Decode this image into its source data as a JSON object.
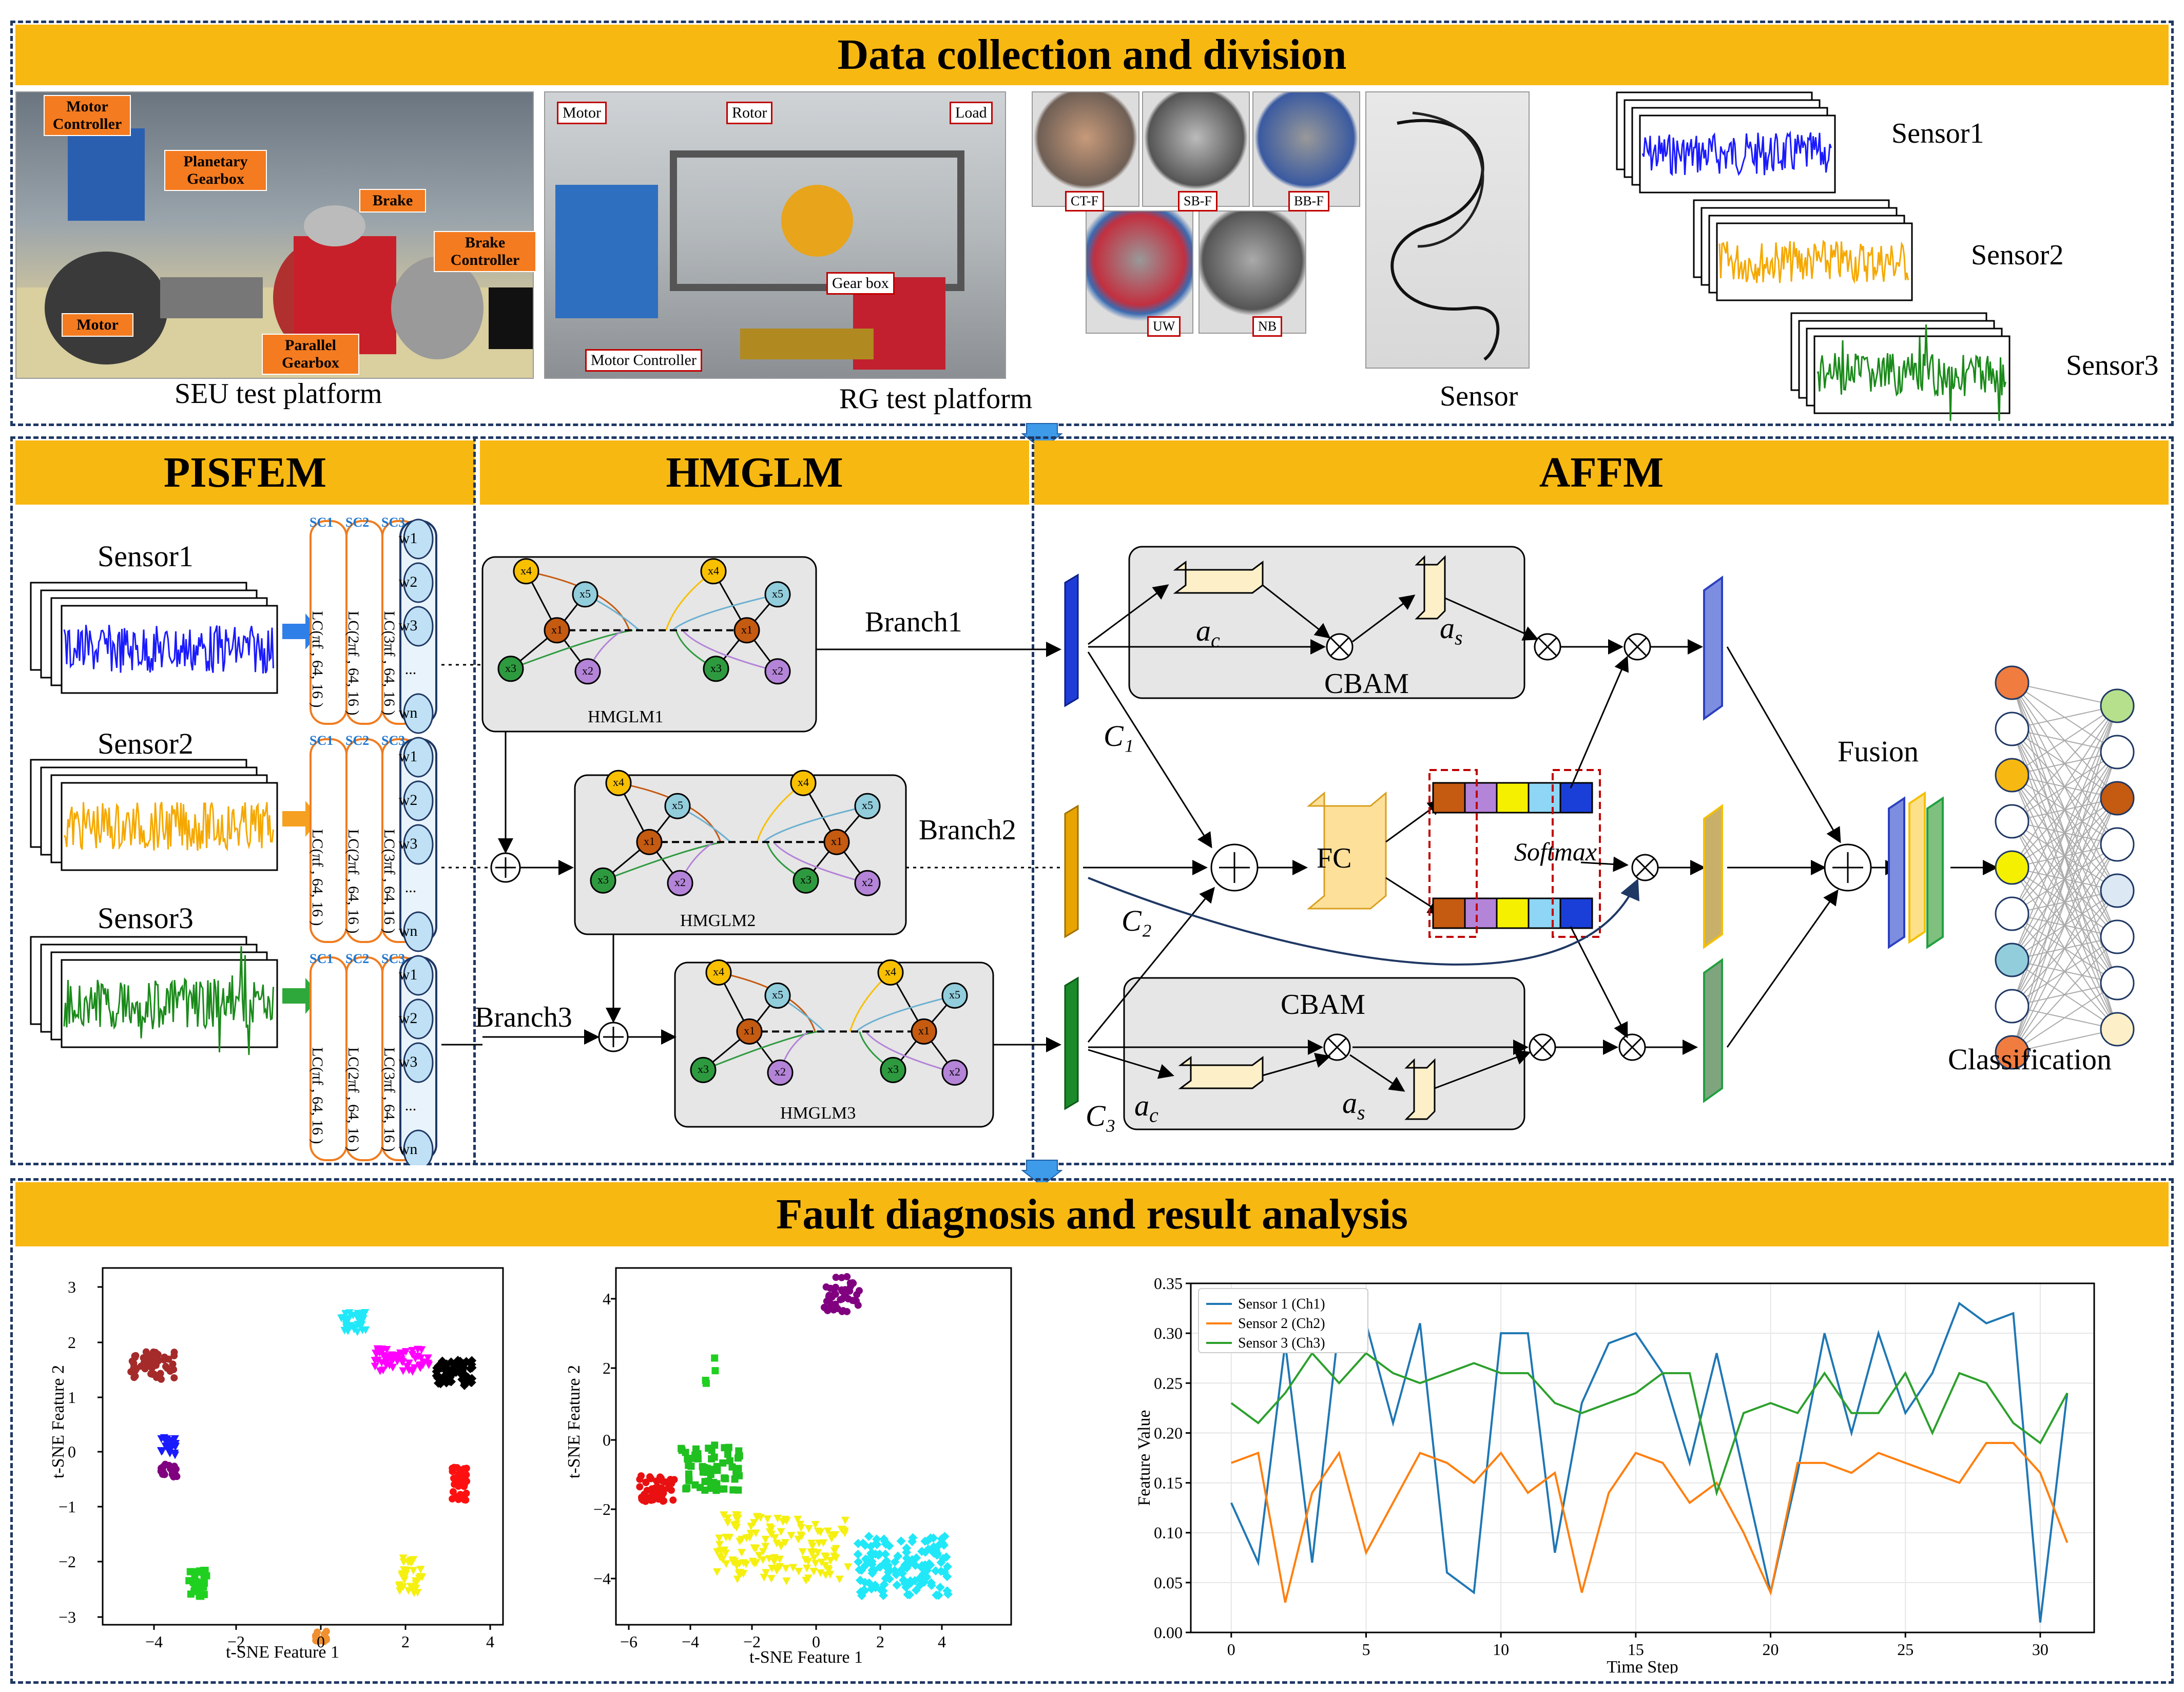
{
  "banners": {
    "top": "Data collection and division",
    "pisfem": "PISFEM",
    "hmglm": "HMGLM",
    "affm": "AFFM",
    "bottom": "Fault diagnosis and result analysis"
  },
  "platforms": {
    "seu_caption": "SEU test platform",
    "rg_caption": "RG test platform",
    "sensor_caption": "Sensor",
    "seu_tags": [
      "Motor Controller",
      "Planetary Gearbox",
      "Brake",
      "Brake Controller",
      "Motor",
      "Parallel Gearbox"
    ],
    "rg_tags": [
      "Motor",
      "Rotor",
      "Load",
      "Gear box",
      "Motor Controller"
    ],
    "bearing_tags": [
      "CT-F",
      "SB-F",
      "BB-F",
      "UW",
      "NB"
    ]
  },
  "sensors": [
    "Sensor1",
    "Sensor2",
    "Sensor3"
  ],
  "sc_labels": [
    "SC1",
    "SC2",
    "SC3"
  ],
  "lc_labels": [
    "LC(πf , 64, 16 )",
    "LC(2πf , 64, 16 )",
    "LC(3πf , 64, 16 )"
  ],
  "w_labels": [
    "w1",
    "w2",
    "w3",
    "...",
    "wn"
  ],
  "hmglm": {
    "modules": [
      "HMGLM1",
      "HMGLM2",
      "HMGLM3"
    ],
    "branches": [
      "Branch1",
      "Branch2",
      "Branch3"
    ],
    "nodes": [
      "x4",
      "x5",
      "x1",
      "x3",
      "x2"
    ]
  },
  "affm": {
    "cbam": "CBAM",
    "fc": "FC",
    "softmax": "Softmax",
    "fusion": "Fusion",
    "classification": "Classification",
    "c1": "C₁",
    "c2": "C₂",
    "c3": "C₃",
    "ac": "a",
    "ac_sub": "c",
    "as": "a",
    "as_sub": "s"
  },
  "colors": {
    "banner": "#f8b812",
    "sensor1": "#1a1aff",
    "sensor2": "#f5a800",
    "sensor3": "#1a8a1a",
    "node_orange": "#c55a11",
    "node_yellow": "#f8c000",
    "node_blue": "#92cddc",
    "node_purple": "#b484d8",
    "node_green": "#2e9a3f"
  },
  "tsne": {
    "xlabel": "t-SNE Feature 1",
    "ylabel": "t-SNE Feature 2",
    "plot1_xticks": [
      "−4",
      "−2",
      "0",
      "2",
      "4"
    ],
    "plot1_yticks": [
      "3",
      "2",
      "1",
      "0",
      "−1",
      "−2",
      "−3"
    ],
    "plot2_xticks": [
      "−6",
      "−4",
      "−2",
      "0",
      "2",
      "4"
    ],
    "plot2_yticks": [
      "4",
      "2",
      "0",
      "−2",
      "−4"
    ]
  },
  "chart_data": {
    "type": "line",
    "xlabel": "Time Step",
    "ylabel": "Feature Value",
    "xlim": [
      -1.5,
      32
    ],
    "ylim": [
      0,
      0.35
    ],
    "xticks": [
      0,
      5,
      10,
      15,
      20,
      25,
      30
    ],
    "yticks": [
      0.0,
      0.05,
      0.1,
      0.15,
      0.2,
      0.25,
      0.3,
      0.35
    ],
    "x": [
      0,
      1,
      2,
      3,
      4,
      5,
      6,
      7,
      8,
      9,
      10,
      11,
      12,
      13,
      14,
      15,
      16,
      17,
      18,
      19,
      20,
      21,
      22,
      23,
      24,
      25,
      26,
      27,
      28,
      29,
      30,
      31
    ],
    "series": [
      {
        "name": "Sensor 1 (Ch1)",
        "color": "#1f77b4",
        "values": [
          0.13,
          0.07,
          0.29,
          0.07,
          0.31,
          0.31,
          0.21,
          0.31,
          0.06,
          0.04,
          0.3,
          0.3,
          0.08,
          0.23,
          0.29,
          0.3,
          0.26,
          0.17,
          0.28,
          0.16,
          0.04,
          0.16,
          0.3,
          0.2,
          0.3,
          0.22,
          0.26,
          0.33,
          0.31,
          0.32,
          0.01,
          0.24
        ]
      },
      {
        "name": "Sensor 2 (Ch2)",
        "color": "#ff7f0e",
        "values": [
          0.17,
          0.18,
          0.03,
          0.14,
          0.18,
          0.08,
          0.13,
          0.18,
          0.17,
          0.15,
          0.18,
          0.14,
          0.16,
          0.04,
          0.14,
          0.18,
          0.17,
          0.13,
          0.15,
          0.1,
          0.04,
          0.17,
          0.17,
          0.16,
          0.18,
          0.17,
          0.16,
          0.15,
          0.19,
          0.19,
          0.16,
          0.09
        ]
      },
      {
        "name": "Sensor 3 (Ch3)",
        "color": "#2ca02c",
        "values": [
          0.23,
          0.21,
          0.24,
          0.28,
          0.25,
          0.28,
          0.26,
          0.25,
          0.26,
          0.27,
          0.26,
          0.26,
          0.23,
          0.22,
          0.23,
          0.24,
          0.26,
          0.26,
          0.14,
          0.22,
          0.23,
          0.22,
          0.26,
          0.22,
          0.22,
          0.26,
          0.2,
          0.26,
          0.25,
          0.21,
          0.19,
          0.24
        ]
      }
    ]
  }
}
